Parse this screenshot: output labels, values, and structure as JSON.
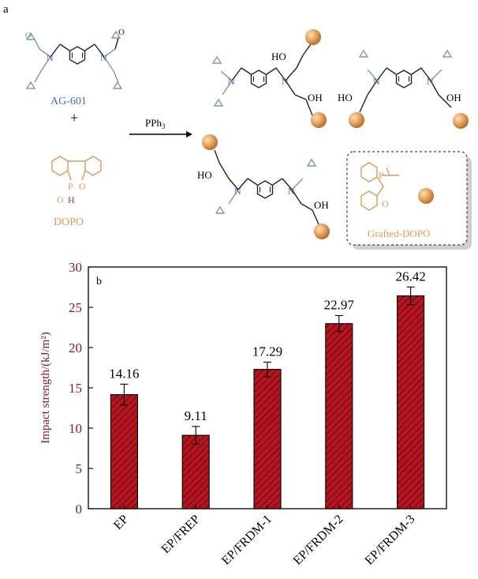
{
  "scheme": {
    "panel_label": "a",
    "reactant_1": "AG-601",
    "plus": "+",
    "reactant_2": "DOPO",
    "catalyst": "PPh",
    "catalyst_sub": "3",
    "hydroxyl": "OH",
    "hydroxyl_left": "HO",
    "nitrogen": "N",
    "phosphorus": "P",
    "oxygen": "O",
    "hydrogen": "H",
    "legend_label": "Grafted-DOPO",
    "colors": {
      "reactant_label": "#4a6fb3",
      "dopo": "#e39b53",
      "amine_n": "#3f63b0",
      "epoxide": "#7a9e9a",
      "sphere": "#e39b53",
      "hydrogen": "#c0282d"
    }
  },
  "chart_data": {
    "type": "bar",
    "panel_label": "b",
    "categories": [
      "EP",
      "EP/FREP",
      "EP/FRDM-1",
      "EP/FRDM-2",
      "EP/FRDM-3"
    ],
    "values": [
      14.16,
      9.11,
      17.29,
      22.97,
      26.42
    ],
    "value_labels": [
      "14.16",
      "9.11",
      "17.29",
      "22.97",
      "26.42"
    ],
    "errors": [
      1.3,
      1.1,
      0.9,
      1.0,
      1.1
    ],
    "ylabel": "Impact strength/(kJ/m²)",
    "ylim": [
      0,
      30
    ],
    "yticks": [
      0,
      5,
      10,
      15,
      20,
      25,
      30
    ],
    "bar_color": "#b8141f",
    "hatch": "diagonal",
    "grid": false
  }
}
